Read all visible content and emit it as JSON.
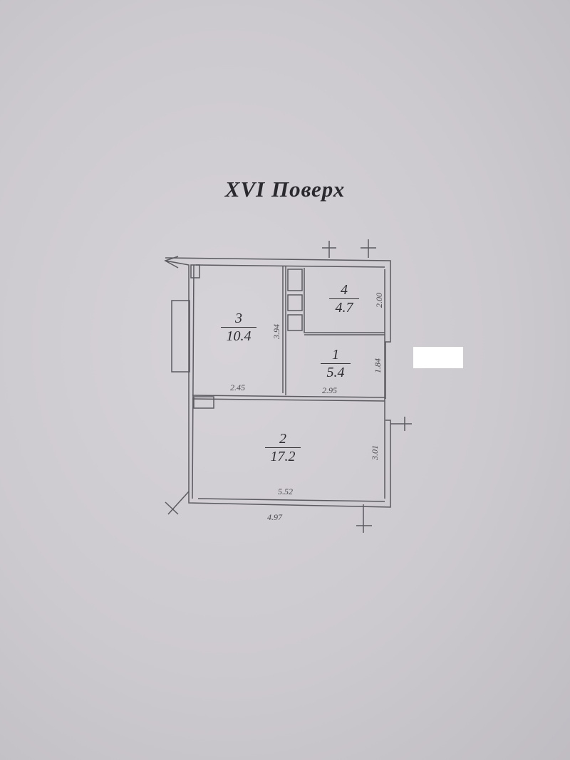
{
  "title": "XVI Поверх",
  "rooms": [
    {
      "number": "1",
      "area": "5.4"
    },
    {
      "number": "2",
      "area": "17.2"
    },
    {
      "number": "3",
      "area": "10.4"
    },
    {
      "number": "4",
      "area": "4.7"
    }
  ],
  "dimensions": {
    "d394": "3.94",
    "d200": "2.00",
    "d184": "1.84",
    "d245": "2.45",
    "d295": "2.95",
    "d301": "3.01",
    "d552": "5.52",
    "d497": "4.97"
  }
}
